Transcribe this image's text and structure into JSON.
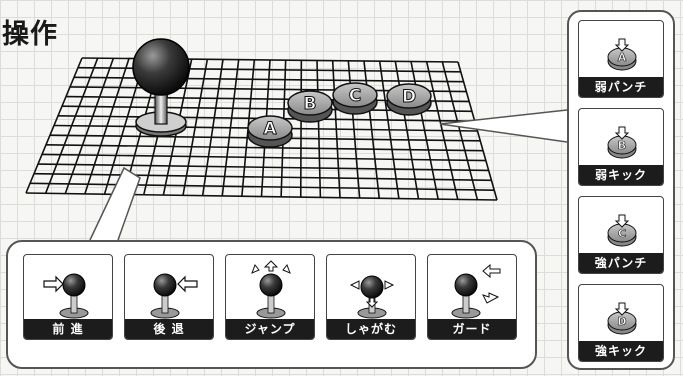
{
  "header": {
    "title": "操作"
  },
  "stick": {
    "moves": [
      {
        "label": "前 進",
        "icon": "joystick-forward-icon"
      },
      {
        "label": "後 退",
        "icon": "joystick-back-icon"
      },
      {
        "label": "ジャンプ",
        "icon": "joystick-jump-icon"
      },
      {
        "label": "しゃがむ",
        "icon": "joystick-crouch-icon"
      },
      {
        "label": "ガード",
        "icon": "joystick-guard-icon"
      }
    ]
  },
  "buttons": {
    "keys": [
      "A",
      "B",
      "C",
      "D"
    ],
    "actions": [
      {
        "key": "A",
        "label": "弱パンチ"
      },
      {
        "key": "B",
        "label": "弱キック"
      },
      {
        "key": "C",
        "label": "強パンチ"
      },
      {
        "key": "D",
        "label": "強キック"
      }
    ]
  },
  "colors": {
    "label_bg": "#1c1c1c",
    "button_face": "#9a9a9a",
    "ball": "#2a2a2a"
  }
}
